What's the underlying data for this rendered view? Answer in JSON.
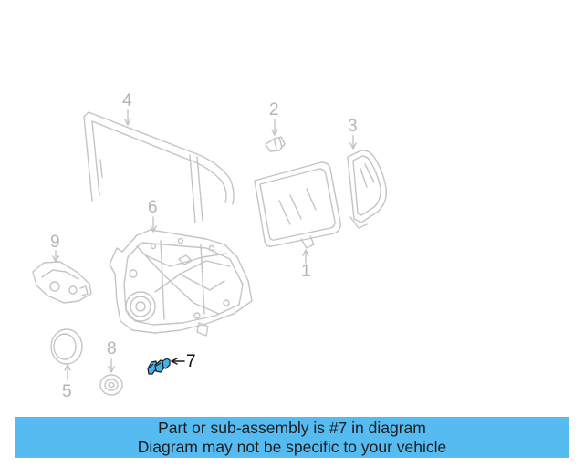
{
  "diagram": {
    "callouts": [
      {
        "id": "1",
        "label": "1"
      },
      {
        "id": "2",
        "label": "2"
      },
      {
        "id": "3",
        "label": "3"
      },
      {
        "id": "4",
        "label": "4"
      },
      {
        "id": "5",
        "label": "5"
      },
      {
        "id": "6",
        "label": "6"
      },
      {
        "id": "7",
        "label": "7"
      },
      {
        "id": "8",
        "label": "8"
      },
      {
        "id": "9",
        "label": "9"
      }
    ],
    "highlighted_part": "7",
    "colors": {
      "line_art": "#c4c4c4",
      "highlight": "#45b3ea",
      "banner": "#56bbf0"
    }
  },
  "banner": {
    "line1": "Part or sub-assembly is #7 in diagram",
    "line2": "Diagram may not be specific to your vehicle"
  }
}
